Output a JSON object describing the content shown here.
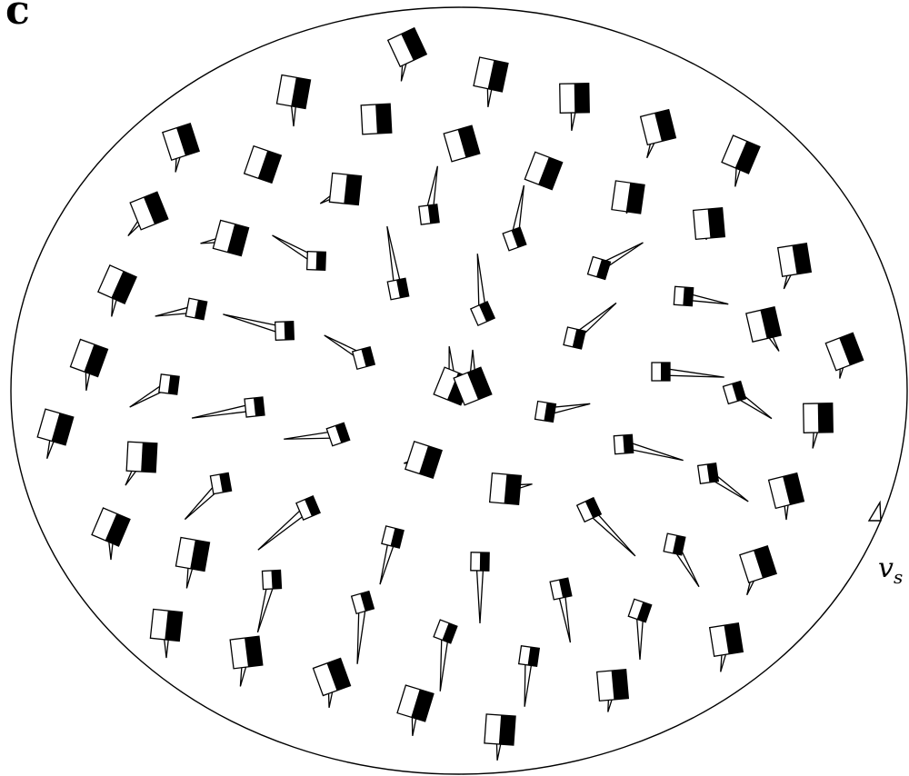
{
  "panel_label": "c",
  "velocity_label": {
    "symbol": "v",
    "subscript": "s"
  },
  "colors": {
    "ink": "#000000",
    "paper": "#ffffff"
  }
}
